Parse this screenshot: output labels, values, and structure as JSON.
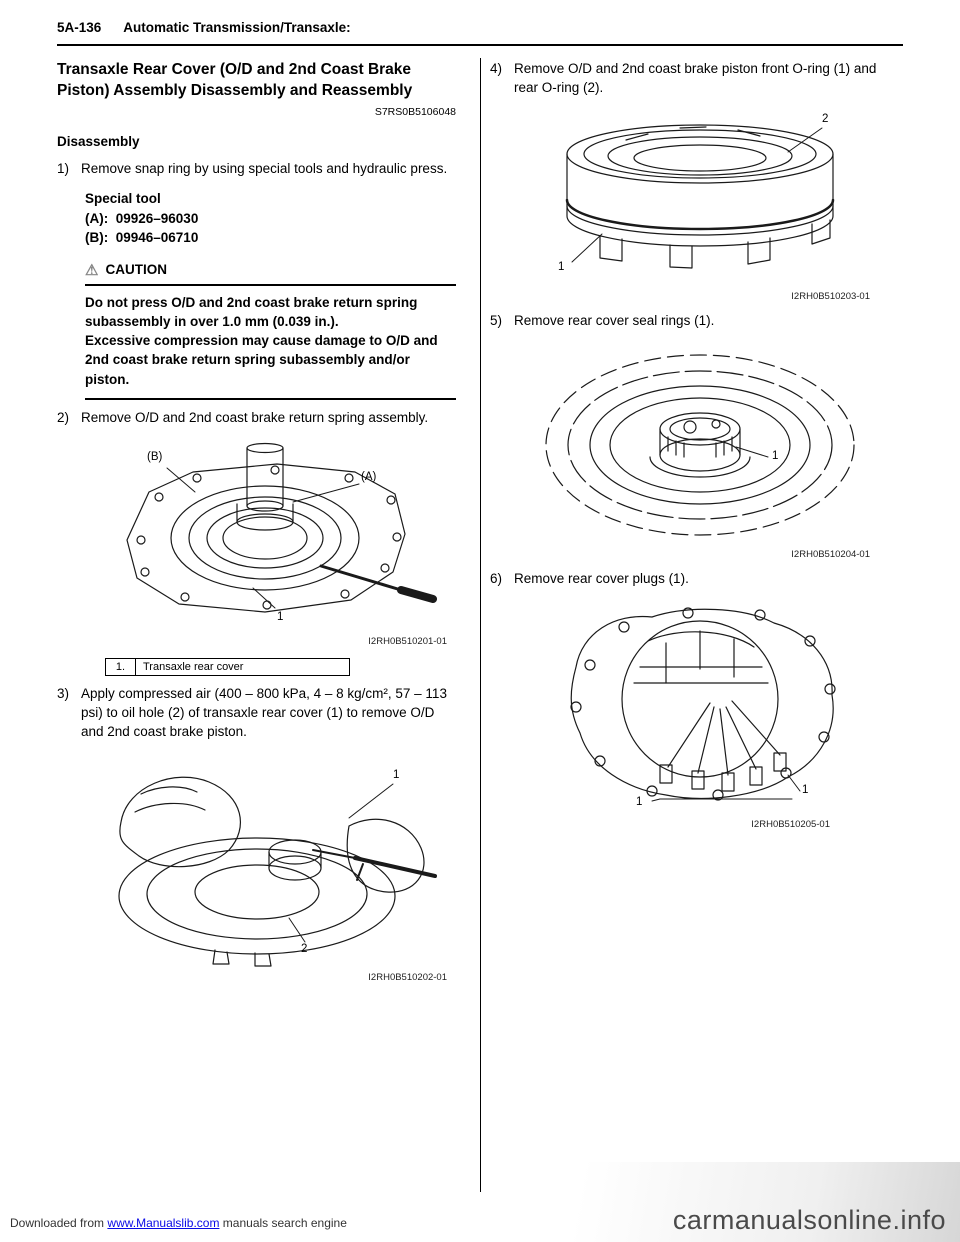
{
  "colors": {
    "text": "#000000",
    "link_blue": "#0a0ae6",
    "watermark_gray": "#4a4a4a"
  },
  "header": {
    "page_number": "5A-136",
    "section_title": "Automatic Transmission/Transaxle:"
  },
  "left_column": {
    "title": "Transaxle Rear Cover (O/D and 2nd Coast Brake Piston) Assembly Disassembly and Reassembly",
    "ref_code": "S7RS0B5106048",
    "subsection": "Disassembly",
    "step1": {
      "num": "1)",
      "text": "Remove snap ring by using special tools and hydraulic press."
    },
    "special_tool": {
      "heading": "Special tool",
      "tool_a": "(A):  09926–96030",
      "tool_b": "(B):  09946–06710"
    },
    "caution": {
      "icon": "⚠",
      "label": "CAUTION",
      "body_1": "Do not press O/D and 2nd coast brake return spring subassembly in over 1.0 mm (0.039 in.).",
      "body_2": "Excessive compression may cause damage to O/D and 2nd coast brake return spring subassembly and/or piston."
    },
    "step2": {
      "num": "2)",
      "text": "Remove O/D and 2nd coast brake return spring assembly."
    },
    "figure1": {
      "label_b": "(B)",
      "label_a": "(A)",
      "label_1": "1",
      "code": "I2RH0B510201-01"
    },
    "legend_table": {
      "num": "1.",
      "label": "Transaxle rear cover"
    },
    "step3": {
      "num": "3)",
      "text": "Apply compressed air (400 – 800 kPa, 4 – 8 kg/cm², 57 – 113 psi) to oil hole (2) of transaxle rear cover (1) to remove O/D and 2nd coast brake piston."
    },
    "figure2": {
      "label_1": "1",
      "label_2": "2",
      "code": "I2RH0B510202-01"
    }
  },
  "right_column": {
    "step4": {
      "num": "4)",
      "text": "Remove O/D and 2nd coast brake piston front O-ring (1) and rear O-ring (2)."
    },
    "figure3": {
      "label_2": "2",
      "label_1": "1",
      "code": "I2RH0B510203-01"
    },
    "step5": {
      "num": "5)",
      "text": "Remove rear cover seal rings (1)."
    },
    "figure4": {
      "label_1": "1",
      "code": "I2RH0B510204-01"
    },
    "step6": {
      "num": "6)",
      "text": "Remove rear cover plugs (1)."
    },
    "figure5": {
      "label_1_left": "1",
      "label_1_right": "1",
      "code": "I2RH0B510205-01"
    }
  },
  "footer": {
    "downloaded_prefix": "Downloaded from",
    "link_text": "www.Manualslib.com",
    "downloaded_suffix": "manuals search engine",
    "watermark": "carmanualsonline.info"
  }
}
